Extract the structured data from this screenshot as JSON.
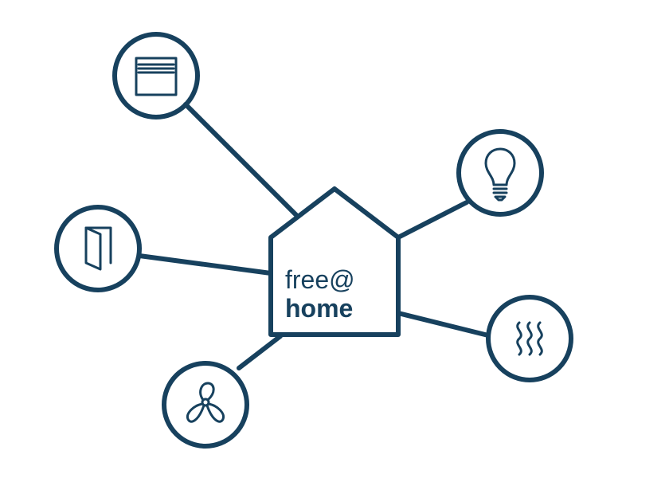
{
  "colors": {
    "stroke": "#17415E",
    "background": "#FFFFFF"
  },
  "hub": {
    "name": "house-hub",
    "brand_line1": "free@",
    "brand_line2": "home"
  },
  "devices": [
    {
      "name": "blinds-node",
      "icon": "window-blind-icon"
    },
    {
      "name": "door-node",
      "icon": "door-icon"
    },
    {
      "name": "ventilation-node",
      "icon": "fan-icon"
    },
    {
      "name": "lighting-node",
      "icon": "light-bulb-icon"
    },
    {
      "name": "heating-node",
      "icon": "heating-waves-icon"
    }
  ]
}
